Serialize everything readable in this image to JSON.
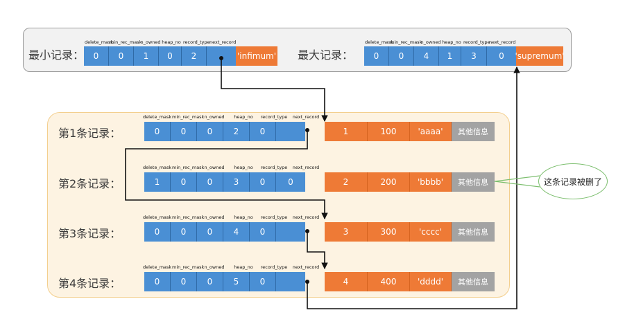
{
  "headers_top": [
    "delete_mask",
    "min_rec_mask",
    "n_owned",
    "heap_no",
    "record_type",
    "next_record"
  ],
  "headers_rec": [
    "delete_mask",
    "min_rec_mask",
    "n_owned",
    "heap_no",
    "record_type",
    "next_record"
  ],
  "min_record": {
    "label": "最小记录：",
    "values": [
      "0",
      "0",
      "1",
      "0",
      "2",
      ""
    ],
    "extra": "'infimum'"
  },
  "max_record": {
    "label": "最大记录：",
    "values": [
      "0",
      "0",
      "4",
      "1",
      "3",
      "0"
    ],
    "extra": "'supremum'"
  },
  "records": [
    {
      "label": "第1条记录：",
      "values": [
        "0",
        "0",
        "0",
        "2",
        "0",
        ""
      ],
      "data": [
        "1",
        "100",
        "'aaaa'"
      ],
      "other": "其他信息"
    },
    {
      "label": "第2条记录：",
      "values": [
        "1",
        "0",
        "0",
        "3",
        "0",
        "0"
      ],
      "data": [
        "2",
        "200",
        "'bbbb'"
      ],
      "other": "其他信息"
    },
    {
      "label": "第3条记录：",
      "values": [
        "0",
        "0",
        "0",
        "4",
        "0",
        ""
      ],
      "data": [
        "3",
        "300",
        "'cccc'"
      ],
      "other": "其他信息"
    },
    {
      "label": "第4条记录：",
      "values": [
        "0",
        "0",
        "0",
        "5",
        "0",
        ""
      ],
      "data": [
        "4",
        "400",
        "'dddd'"
      ],
      "other": "其他信息"
    }
  ],
  "callout": "这条记录被删了",
  "colors": {
    "blue": "#4a8fd4",
    "orange": "#ee7a36",
    "gray": "#a3a3a3",
    "panel_border": "#f3cf8e"
  }
}
